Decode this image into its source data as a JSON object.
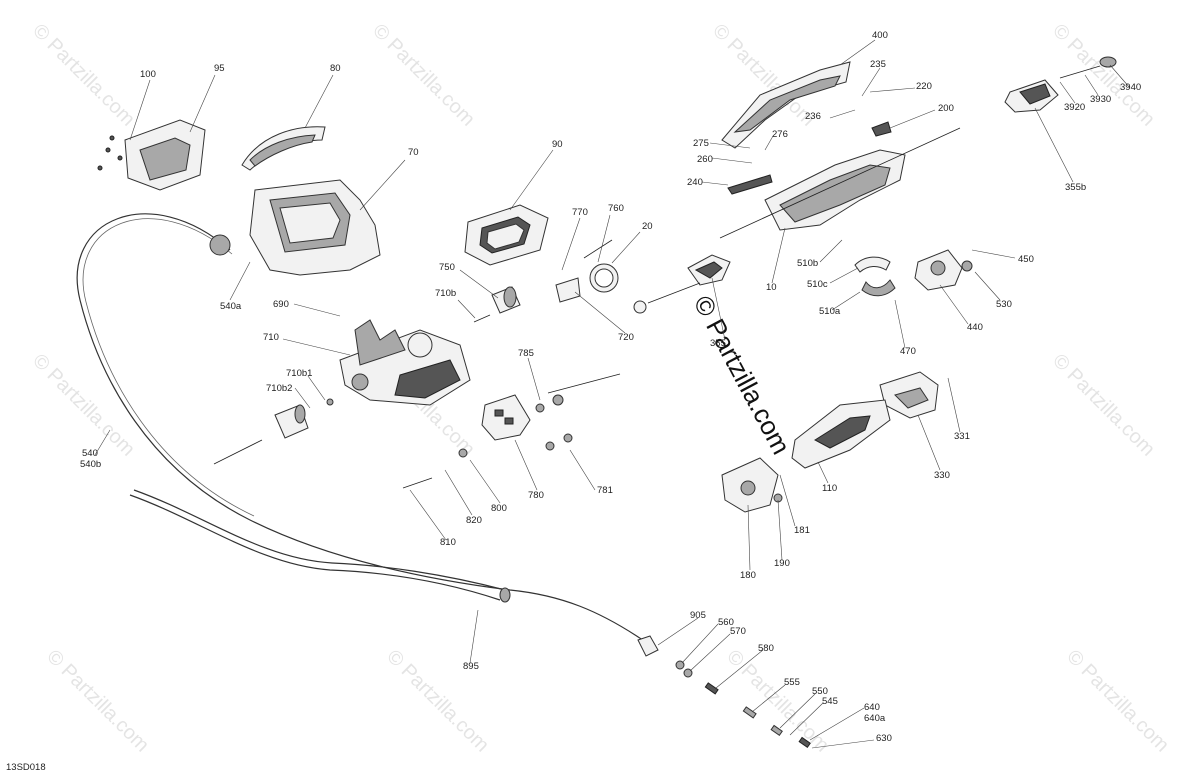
{
  "diagram": {
    "code": "13SD018",
    "brand_text": "© Partzilla.com",
    "watermark_text": "© Partzilla.com",
    "callouts": [
      "100",
      "95",
      "80",
      "70",
      "90",
      "770",
      "760",
      "20",
      "750",
      "710b",
      "690",
      "720",
      "710",
      "710b1",
      "710b2",
      "785",
      "540",
      "540b",
      "540a",
      "780",
      "781",
      "800",
      "820",
      "810",
      "895",
      "905",
      "560",
      "570",
      "580",
      "555",
      "550",
      "545",
      "640",
      "640a",
      "630",
      "400",
      "235",
      "220",
      "236",
      "200",
      "275",
      "276",
      "260",
      "240",
      "10",
      "355b",
      "3920",
      "3930",
      "3940",
      "510b",
      "510c",
      "510a",
      "450",
      "530",
      "440",
      "470",
      "355",
      "331",
      "330",
      "110",
      "181",
      "190",
      "180"
    ]
  },
  "colors": {
    "ink": "#222222",
    "part_fill": "#f2f2f2",
    "shade": "#555555",
    "watermark": "#cfcfcf"
  }
}
